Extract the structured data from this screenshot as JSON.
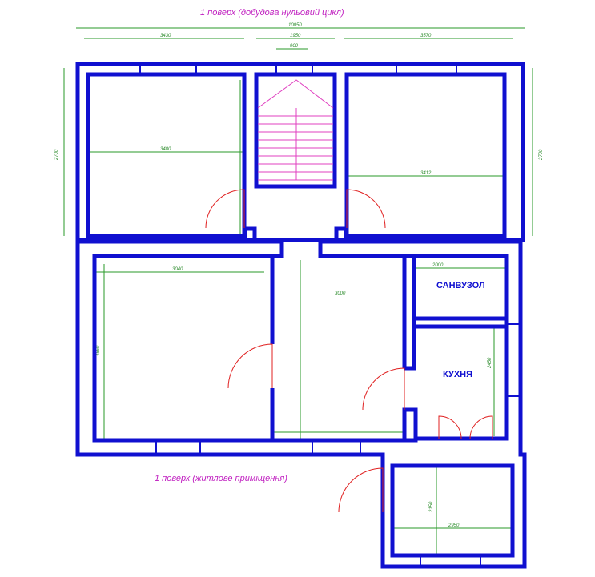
{
  "titles": {
    "top": "1 поверх   (добудова нульовий цикл)",
    "bottom": "1 поверх  (житлове приміщення)"
  },
  "rooms": {
    "bathroom": "САНВУЗОЛ",
    "kitchen": "КУХНЯ"
  },
  "dimensions": {
    "overall": "10050",
    "left": "3430",
    "middle": "1950",
    "right": "3570",
    "window": "900",
    "left_room_width": "3480",
    "right_room_width": "3412",
    "height_left": "2700",
    "height_right": "2700",
    "lower_left_width": "3040",
    "lower_left_height": "4550",
    "hall": "3000",
    "bathroom_width": "2000",
    "kitchen_height": "2450",
    "ext_width": "2950",
    "ext_height": "2150"
  },
  "colors": {
    "wall": "#1010d0",
    "dimension": "#2a9a2a",
    "door": "#e02020",
    "title": "#c020c0"
  }
}
